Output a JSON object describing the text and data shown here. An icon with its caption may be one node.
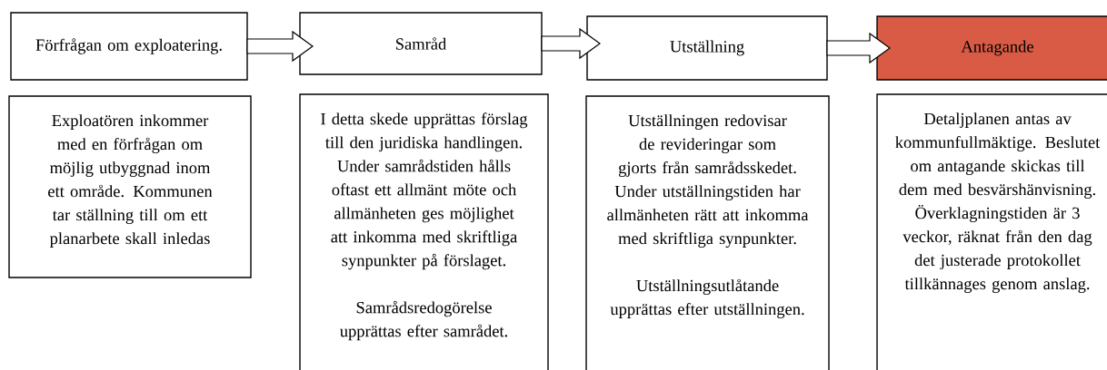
{
  "diagram": {
    "nodes": [
      {
        "text": [
          "Förfrågan om exploatering."
        ]
      },
      {
        "text": [
          "Samråd"
        ]
      },
      {
        "text": [
          "Utställning"
        ]
      },
      {
        "text": [
          "Antagande"
        ]
      },
      {
        "text": [
          "Exploatören inkommer med en förfrågan om möjlig utbyggnad inom ett område. Kommunen tar ställning till om ett planarbete skall inledas"
        ]
      },
      {
        "text": [
          "I detta skede upprättas förslag till den juridiska handlingen. Under samrådstiden hålls oftast ett allmänt möte och allmänheten ges möjlighet att inkomma med skriftliga synpunkter på förslaget.",
          "Samrådsredogörelse upprättas efter samrådet."
        ]
      },
      {
        "text": [
          "Utställningen redovisar de revideringar som gjorts från samrådsskedet. Under utställningstiden har allmänheten rätt att inkomma med skriftliga synpunkter.",
          "Utställningsutlåtande upprättas efter utställningen."
        ]
      },
      {
        "text": [
          "Detaljplanen antas av kommunfullmäktige. Beslutet om antagande skickas till dem med besvärshänvisning. Överklagningstiden är 3 veckor, räknat från den dag det justerade protokollet tillkännages genom anslag."
        ]
      }
    ],
    "edges": [
      {
        "from": 0,
        "to": 1,
        "arrow": "to"
      },
      {
        "from": 1,
        "to": 2,
        "arrow": "to"
      },
      {
        "from": 2,
        "to": 3,
        "arrow": "to",
        "color": "#000000"
      }
    ]
  }
}
